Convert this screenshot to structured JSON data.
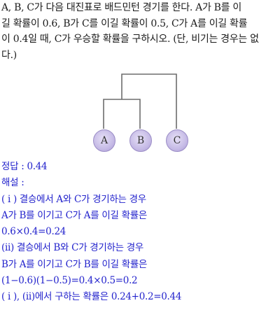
{
  "problem": {
    "lines": [
      "A, B, C가 다음 대진표로 배드민턴 경기를 한다. A가 B를 이",
      "길 확률이 0.6, B가 C를 이길 확률이 0.5, C가 A를 이길 확률",
      "이 0.4일 때, C가 우승할 확률을 구하시오. (단, 비기는 경우는 없",
      "다.)"
    ]
  },
  "bracket": {
    "players": [
      "A",
      "B",
      "C"
    ],
    "colors": {
      "line": "#6d6d6d",
      "node_fill": "#c6bbe6"
    }
  },
  "solution": {
    "answer_label": "정답 : 0.44",
    "explanation_label": "해설 :",
    "steps": [
      "( i ) 결승에서 A와 C가 경기하는 경우",
      "A가 B를 이기고 C가 A를 이길 확률은",
      "0.6×0.4=0.24",
      "(ii) 결승에서 B와 C가 경기하는 경우",
      "B가 A를 이기고 C가 B를 이길 확률은",
      "(1−0.6)(1−0.5)=0.4×0.5=0.2",
      "( i ), (ii)에서 구하는 확률은 0.24+0.2=0.44"
    ],
    "colors": {
      "text": "#2222cc"
    }
  }
}
